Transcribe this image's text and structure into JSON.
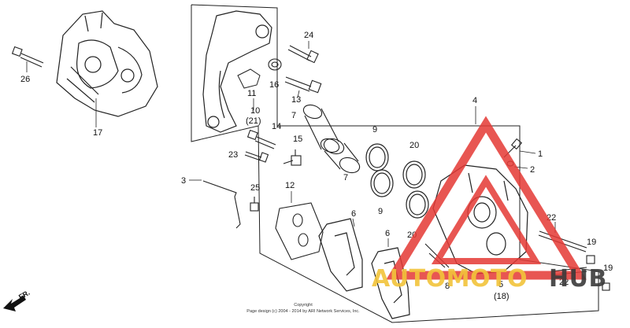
{
  "diagram": {
    "part_labels": [
      {
        "id": "p26",
        "text": "26"
      },
      {
        "id": "p17",
        "text": "17"
      },
      {
        "id": "p24",
        "text": "24"
      },
      {
        "id": "p16",
        "text": "16"
      },
      {
        "id": "p11",
        "text": "11"
      },
      {
        "id": "p13",
        "text": "13"
      },
      {
        "id": "p10",
        "text": "10"
      },
      {
        "id": "p21",
        "text": "(21)"
      },
      {
        "id": "p7a",
        "text": "7"
      },
      {
        "id": "p14",
        "text": "14"
      },
      {
        "id": "p15",
        "text": "15"
      },
      {
        "id": "p23",
        "text": "23"
      },
      {
        "id": "p7b",
        "text": "7"
      },
      {
        "id": "p4",
        "text": "4"
      },
      {
        "id": "p9a",
        "text": "9"
      },
      {
        "id": "p20a",
        "text": "20"
      },
      {
        "id": "p1",
        "text": "1"
      },
      {
        "id": "p2",
        "text": "2"
      },
      {
        "id": "p3",
        "text": "3"
      },
      {
        "id": "p25",
        "text": "25"
      },
      {
        "id": "p12",
        "text": "12"
      },
      {
        "id": "p9b",
        "text": "9"
      },
      {
        "id": "p20b",
        "text": "20"
      },
      {
        "id": "p6a",
        "text": "6"
      },
      {
        "id": "p6b",
        "text": "6"
      },
      {
        "id": "p22a",
        "text": "22"
      },
      {
        "id": "p19a",
        "text": "19"
      },
      {
        "id": "p8",
        "text": "8"
      },
      {
        "id": "p5",
        "text": "5"
      },
      {
        "id": "p18",
        "text": "(18)"
      },
      {
        "id": "p22b",
        "text": "22"
      },
      {
        "id": "p19b",
        "text": "19"
      }
    ],
    "front_marker": "FR.",
    "copyright_line1": "Copyright",
    "copyright_line2": "Page design (c) 2004 - 2014 by ARI Network Services, Inc."
  },
  "watermark": {
    "text_yellow": "AUTOMOTO",
    "text_dark": "HUB",
    "colors": {
      "yellow": "#f2c43a",
      "dark": "#3a3a3a",
      "red": "#e53935"
    }
  }
}
